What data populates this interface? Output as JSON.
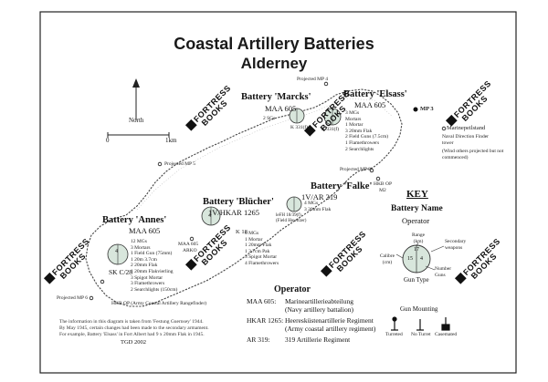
{
  "title": {
    "line1": "Coastal Artillery Batteries",
    "line2": "Alderney"
  },
  "north": {
    "label": "North"
  },
  "scale": {
    "start": "0",
    "end": "1km"
  },
  "batteries": {
    "marcks": {
      "name": "Battery 'Marcks'",
      "operator": "MAA 605",
      "guns_note": "2 SGs",
      "gun_label": "K 331(f)"
    },
    "elsass": {
      "name": "Battery 'Elsass'",
      "operator": "MAA 605",
      "gun_label": "K 331(f)",
      "armament": [
        "3 MGs",
        "Mortars",
        "1 Mortar",
        "3 20mm Flak",
        "2 Field Guns (7.5cm)",
        "1 Flamethrowers",
        "2 Searchlights"
      ]
    },
    "falke": {
      "name": "Battery 'Falke'",
      "operator": "1V/AR 319",
      "armament": [
        "4 MGs",
        "3 20mm Flak"
      ],
      "gun_label": "leFH 18/39(f)",
      "gun_sub": "(Field Howitzer)"
    },
    "blucher": {
      "name": "Battery 'Blücher'",
      "operator": "1V/HKAR 1265",
      "gun_count": "4",
      "gun_label": "K 18",
      "armament": [
        "6 MGs",
        "1 Mortar",
        "1 20mm Flak",
        "1 3.7cm Pak",
        "3 Spigot Mortar",
        "4 Flamethrowers"
      ],
      "arko": "MAA 605",
      "arko2": "ARKO"
    },
    "annes": {
      "name": "Battery 'Annes'",
      "operator": "MAA 605",
      "gun_count": "4",
      "gun_label": "SK C/28",
      "armament": [
        "12 MGs",
        "3 Mortars",
        "1 Field Gun (75mm)",
        "1 20m 3.7cm",
        "2 20mm Flak",
        "1 20mm Flakvierling",
        "3 Spigot Mortar",
        "3 Flamethrowers",
        "2 Searchlights (150cm)"
      ]
    }
  },
  "mp": {
    "mp3": "MP 3",
    "mp4": "Projected MP 4",
    "mp5": "Projected MP 5",
    "mp6": "Projected MP 6",
    "mp2": "Projected MP 2"
  },
  "places": {
    "marinepeilstand": "Marinepeilstand",
    "naval_tower": "Naval Direction Finder tower",
    "wind_note": "(Wind others projected but not commenced)",
    "hkb_op_m2": "HKB OP M2",
    "hkb_op_annes": "HKB OP (Army Coastal Artillery Rangefinder)"
  },
  "key": {
    "heading": "KEY",
    "battery_name": "Battery Name",
    "operator": "Operator",
    "range": "Range (km)",
    "calibre": "Calibre (cm)",
    "number_guns": "Number Guns",
    "secondary": "Secondary weapons",
    "gun_type": "Gun Type",
    "gun_mounting": "Gun Mounting",
    "turreted": "Turreted",
    "no_turret": "No Turret",
    "casemated": "Casemated",
    "sample_range": "17",
    "sample_calibre": "15",
    "sample_count": "4"
  },
  "operator_list": {
    "heading": "Operator",
    "rows": [
      {
        "code": "MAA 605:",
        "desc": [
          "Marineartillerieabteilung",
          "(Navy artillery battalion)"
        ]
      },
      {
        "code": "HKAR 1265:",
        "desc": [
          "Heeresküstenartillerie Regiment",
          "(Army coastal artillery regiment)"
        ]
      },
      {
        "code": "AR 319:",
        "desc": [
          "319 Artillerie Regiment"
        ]
      }
    ]
  },
  "footnote": {
    "lines": [
      "The information in this diagram is taken from 'Festung Guernsey' 1944.",
      "By May 1945, certain changes had been made to the secondary armament.",
      "For example, Battery 'Elsass' in Fort Albert had 9 x 20mm Flak in 1945."
    ],
    "credit": "TGD 2002"
  },
  "watermark": {
    "line1": "FORTRESS",
    "line2": "BOOKS"
  }
}
